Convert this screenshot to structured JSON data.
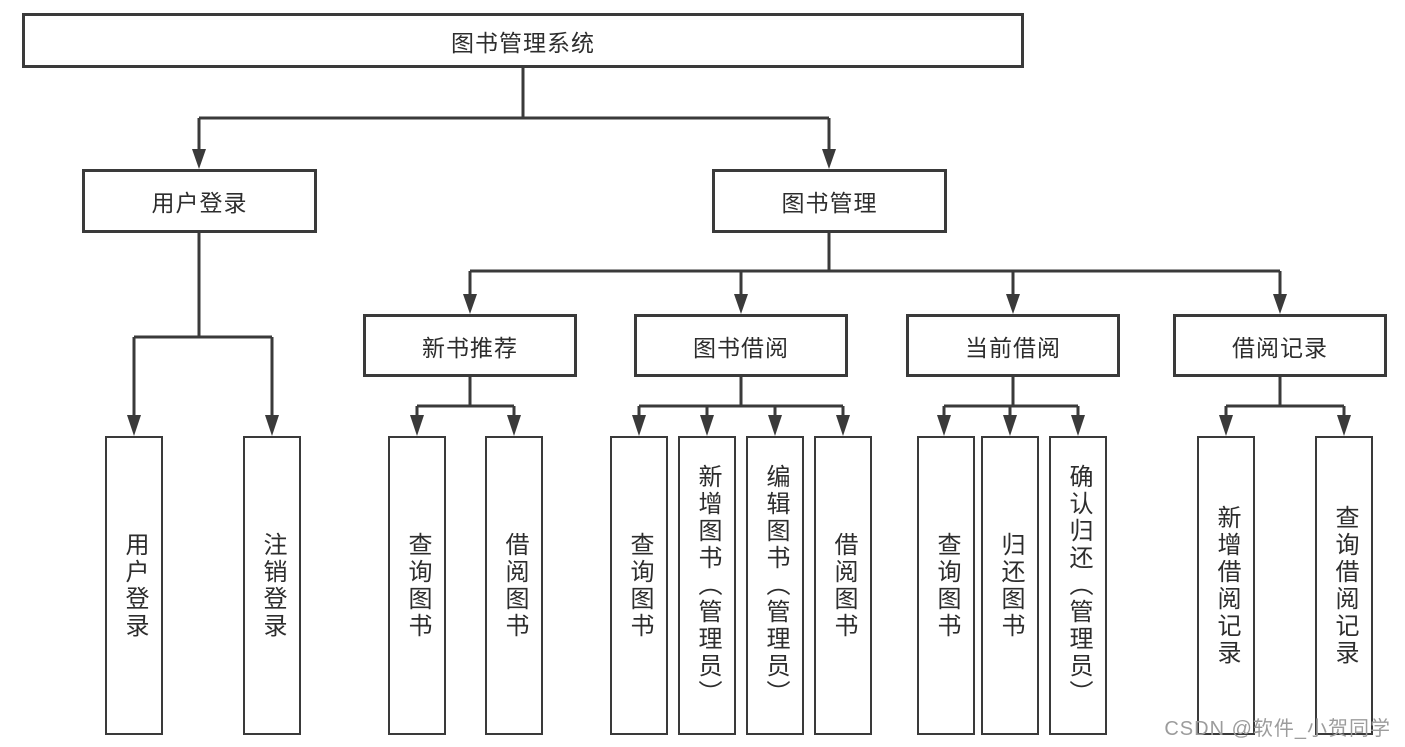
{
  "diagram_type": "hierarchy-tree",
  "colors": {
    "line": "#3a3a3a",
    "text": "#2d2d2d",
    "background": "#ffffff",
    "watermark": "#9c9c9c"
  },
  "hierarchy": {
    "label": "图书管理系统",
    "children": [
      {
        "label": "用户登录",
        "children": [
          {
            "label": "用户登录"
          },
          {
            "label": "注销登录"
          }
        ]
      },
      {
        "label": "图书管理",
        "children": [
          {
            "label": "新书推荐",
            "children": [
              {
                "label": "查询图书"
              },
              {
                "label": "借阅图书"
              }
            ]
          },
          {
            "label": "图书借阅",
            "children": [
              {
                "label": "查询图书"
              },
              {
                "label": "新增图书（管理员）"
              },
              {
                "label": "编辑图书（管理员）"
              },
              {
                "label": "借阅图书"
              }
            ]
          },
          {
            "label": "当前借阅",
            "children": [
              {
                "label": "查询图书"
              },
              {
                "label": "归还图书"
              },
              {
                "label": "确认归还（管理员）"
              }
            ]
          },
          {
            "label": "借阅记录",
            "children": [
              {
                "label": "新增借阅记录"
              },
              {
                "label": "查询借阅记录"
              }
            ]
          }
        ]
      }
    ]
  },
  "watermark": "CSDN @软件_小贺同学"
}
